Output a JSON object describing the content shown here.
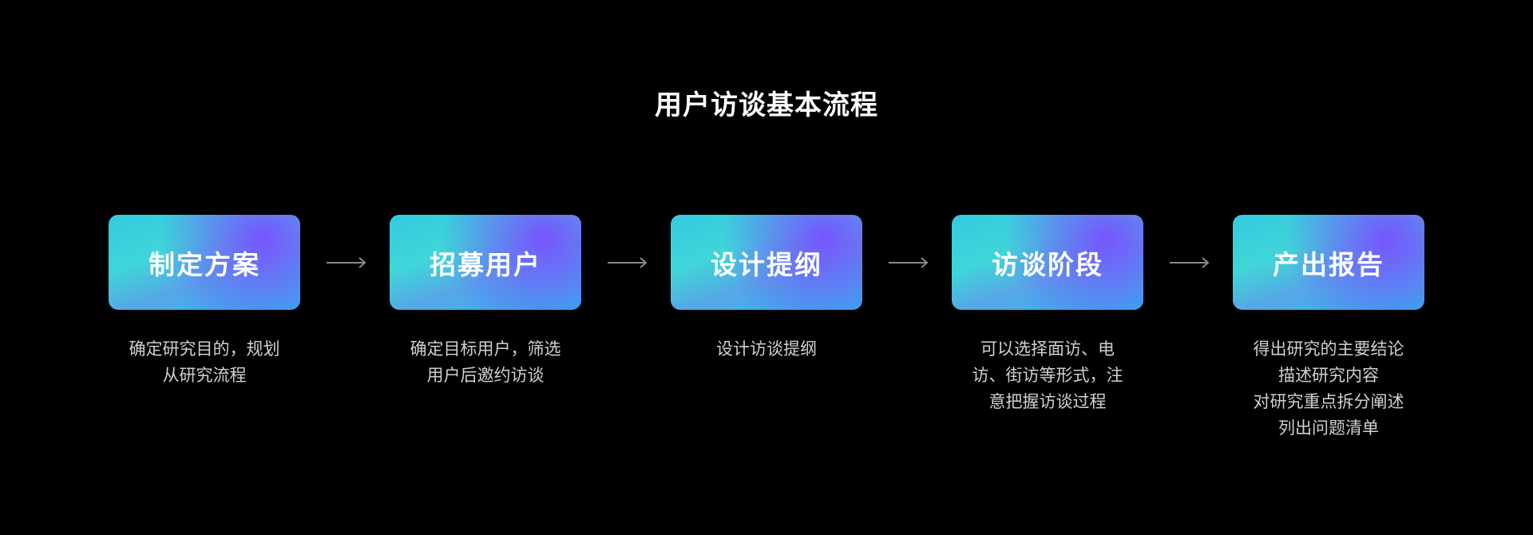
{
  "title": "用户访谈基本流程",
  "steps": [
    {
      "label": "制定方案",
      "desc": [
        "确定研究目的，规划",
        "从研究流程"
      ]
    },
    {
      "label": "招募用户",
      "desc": [
        "确定目标用户，筛选",
        "用户后邀约访谈"
      ]
    },
    {
      "label": "设计提纲",
      "desc": [
        "设计访谈提纲"
      ]
    },
    {
      "label": "访谈阶段",
      "desc": [
        "可以选择面访、电",
        "访、街访等形式，注",
        "意把握访谈过程"
      ]
    },
    {
      "label": "产出报告",
      "desc": [
        "得出研究的主要结论",
        "描述研究内容",
        "对研究重点拆分阐述",
        "列出问题清单"
      ]
    }
  ]
}
